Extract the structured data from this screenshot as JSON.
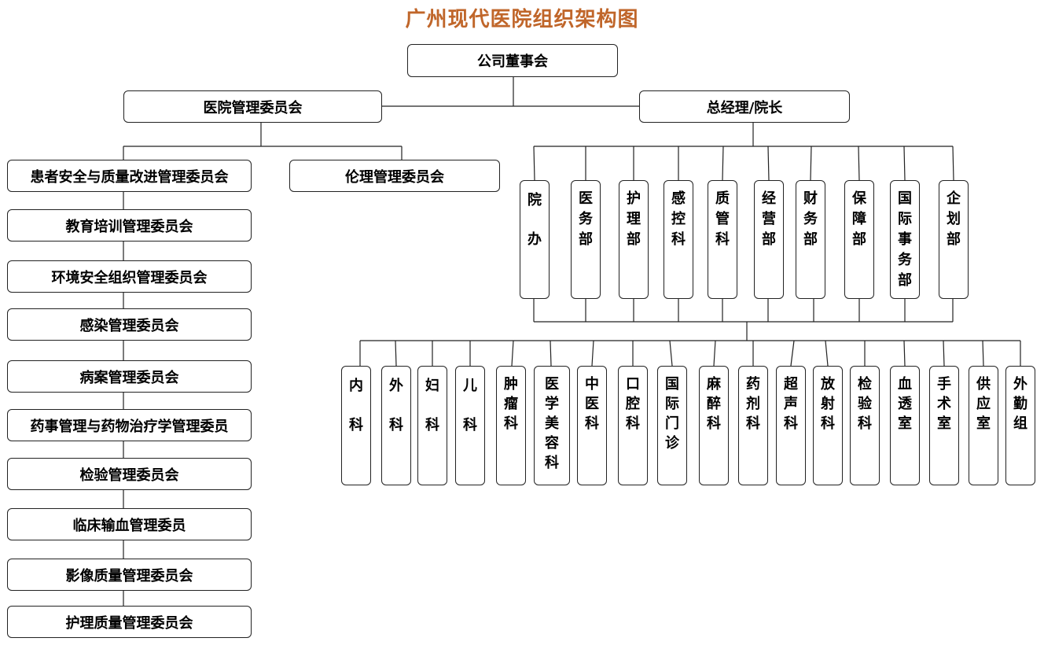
{
  "title": "广州现代医院组织架构图",
  "root": "公司董事会",
  "branches": {
    "committee": "医院管理委员会",
    "president": "总经理/院长"
  },
  "committee_children": [
    "患者安全与质量改进管理委员会",
    "伦理管理委员会"
  ],
  "committee_list": [
    "教育培训管理委员会",
    "环境安全组织管理委员会",
    "感染管理委员会",
    "病案管理委员会",
    "药事管理与药物治疗学管理委员",
    "检验管理委员会",
    "临床输血管理委员",
    "影像质量管理委员会",
    "护理质量管理委员会"
  ],
  "departments": [
    "院办",
    "医务部",
    "护理部",
    "感控科",
    "质管科",
    "经营部",
    "财务部",
    "保障部",
    "国际事务部",
    "企划部"
  ],
  "clinics": [
    "内科",
    "外科",
    "妇科",
    "儿科",
    "肿瘤科",
    "医学美容科",
    "中医科",
    "口腔科",
    "国际门诊",
    "麻醉科",
    "药剂科",
    "超声科",
    "放射科",
    "检验科",
    "血透室",
    "手术室",
    "供应室",
    "外勤组"
  ]
}
